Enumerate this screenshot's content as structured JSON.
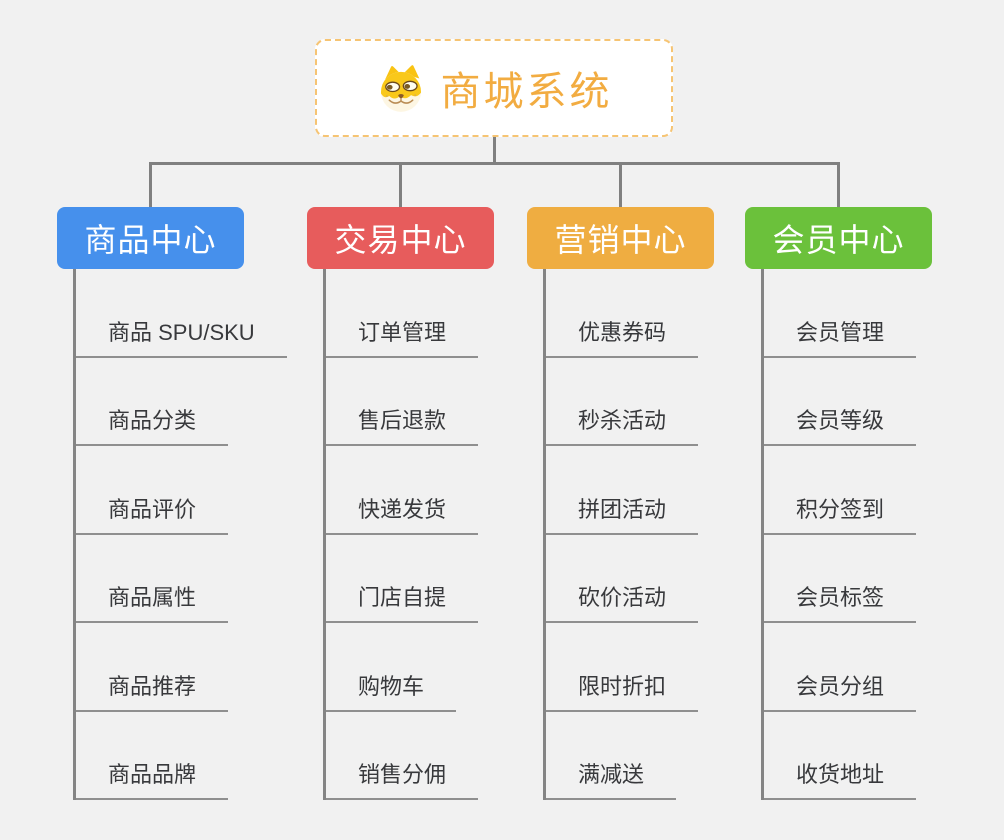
{
  "root": {
    "title": "商城系统",
    "icon": "doge-icon",
    "title_color": "#F2AC41",
    "border_color": "#F6C473"
  },
  "connector_color": "#808080",
  "branches": [
    {
      "label": "商品中心",
      "color": "#4690EC",
      "items": [
        "商品 SPU/SKU",
        "商品分类",
        "商品评价",
        "商品属性",
        "商品推荐",
        "商品品牌"
      ]
    },
    {
      "label": "交易中心",
      "color": "#E75C5C",
      "items": [
        "订单管理",
        "售后退款",
        "快递发货",
        "门店自提",
        "购物车",
        "销售分佣"
      ]
    },
    {
      "label": "营销中心",
      "color": "#EFAD41",
      "items": [
        "优惠券码",
        "秒杀活动",
        "拼团活动",
        "砍价活动",
        "限时折扣",
        "满减送"
      ]
    },
    {
      "label": "会员中心",
      "color": "#6BC13B",
      "items": [
        "会员管理",
        "会员等级",
        "积分签到",
        "会员标签",
        "会员分组",
        "收货地址"
      ]
    }
  ]
}
